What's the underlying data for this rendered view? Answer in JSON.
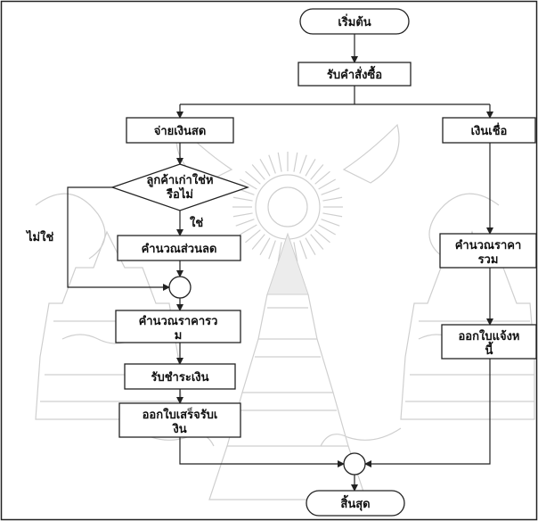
{
  "flowchart": {
    "start": "เริ่มต้น",
    "receive_order": "รับคำสั่งซื้อ",
    "cash_branch": "จ่ายเงินสด",
    "credit_branch": "เงินเชื่อ",
    "decision": [
      "ลูกค้าเก่าใช่ห",
      "รือไม่"
    ],
    "yes_label": "ใช่",
    "no_label": "ไม่ใช่",
    "calc_discount": "คำนวณส่วนลด",
    "calc_total_left": [
      "คำนวณราคารว",
      "ม"
    ],
    "receive_payment": "รับชำระเงิน",
    "issue_receipt": [
      "ออกใบเสร็จรับเ",
      "งิน"
    ],
    "calc_total_right": [
      "คำนวณราคา",
      "รวม"
    ],
    "issue_invoice": [
      "ออกใบแจ้งห",
      "นี้"
    ],
    "end": "สิ้นสุด"
  }
}
